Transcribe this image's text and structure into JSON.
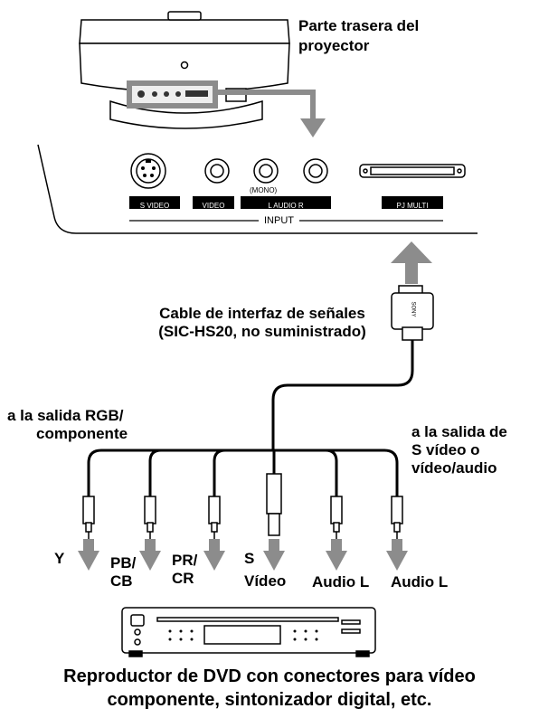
{
  "projector_label": [
    "Parte trasera del",
    "proyector"
  ],
  "panel": {
    "connectors": [
      "S VIDEO",
      "VIDEO",
      "L AUDIO R",
      "PJ MULTI"
    ],
    "mono_label": "(MONO)",
    "input_label": "INPUT"
  },
  "cable_label": [
    "Cable de interfaz de señales",
    "(SIC-HS20, no suministrado)"
  ],
  "plug_brand": "SONY",
  "rgb_label": [
    "a la salida RGB/",
    "componente"
  ],
  "svideo_label": [
    "a la salida de",
    "S vídeo o",
    "vídeo/audio"
  ],
  "outputs": [
    {
      "line1": "Y",
      "line2": ""
    },
    {
      "line1": "PB/",
      "line2": "CB"
    },
    {
      "line1": "PR/",
      "line2": "CR"
    },
    {
      "line1": "S",
      "line2": "Vídeo"
    },
    {
      "line1": "Audio L",
      "line2": ""
    },
    {
      "line1": "Audio L",
      "line2": ""
    }
  ],
  "caption": [
    "Reproductor de DVD con conectores para vídeo",
    "componente, sintonizador digital, etc."
  ],
  "colors": {
    "arrow": "#8c8c8c",
    "ink": "#000000",
    "label_bg": "#000000",
    "label_fg": "#ffffff"
  }
}
